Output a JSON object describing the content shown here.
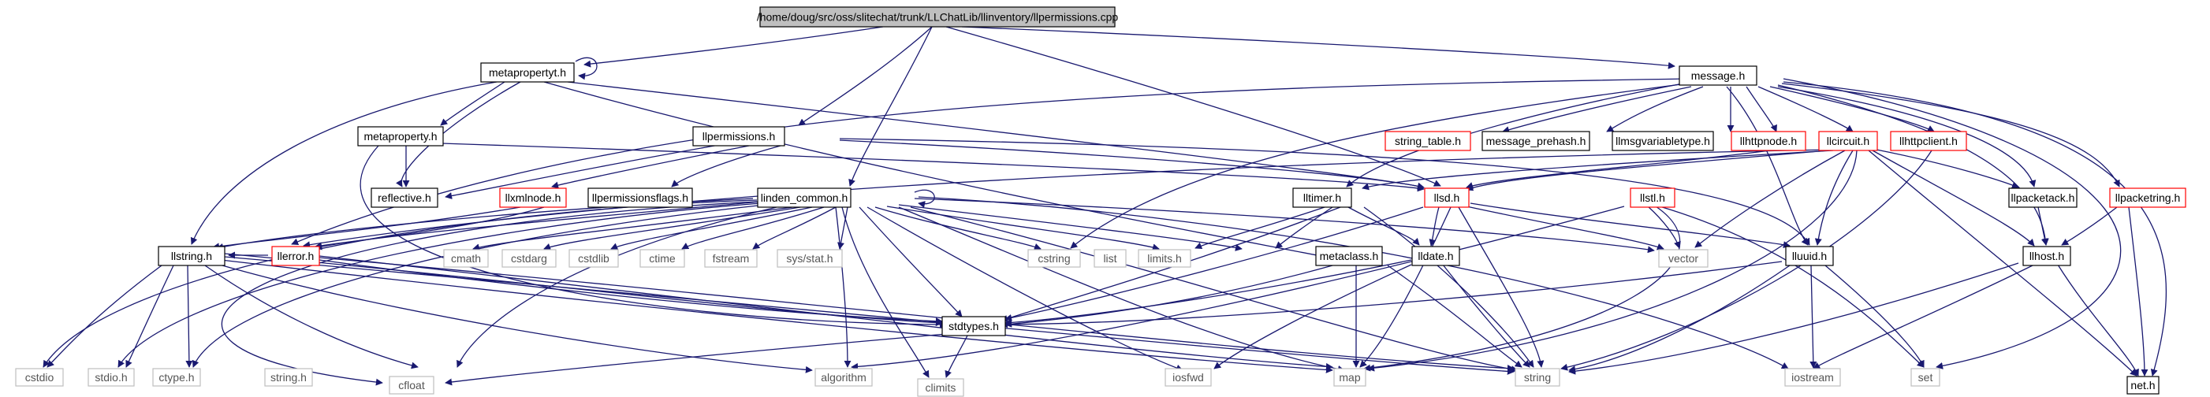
{
  "diagram": {
    "root": "/home/doug/src/oss/slitechat/trunk/LLChatLib/llinventory/llpermissions.cpp",
    "colors": {
      "edge": "#191970",
      "root_fill": "#bfbfbf",
      "truncated_border": "#ff0000",
      "system_border": "#bfbfbf"
    },
    "nodes": {
      "root": "/home/doug/src/oss/slitechat/trunk/LLChatLib/llinventory/llpermissions.cpp",
      "metapropertyt_h": "metapropertyt.h",
      "message_h": "message.h",
      "metaproperty_h": "metaproperty.h",
      "llpermissions_h": "llpermissions.h",
      "string_table_h": "string_table.h",
      "message_prehash_h": "message_prehash.h",
      "llmsgvariabletype_h": "llmsgvariabletype.h",
      "llhttpnode_h": "llhttpnode.h",
      "llcircuit_h": "llcircuit.h",
      "llhttpclient_h": "llhttpclient.h",
      "reflective_h": "reflective.h",
      "llxmlnode_h": "llxmlnode.h",
      "llpermissionsflags_h": "llpermissionsflags.h",
      "linden_common_h": "linden_common.h",
      "lltimer_h": "lltimer.h",
      "llsd_h": "llsd.h",
      "llstl_h": "llstl.h",
      "llpacketack_h": "llpacketack.h",
      "llpacketring_h": "llpacketring.h",
      "llstring_h": "llstring.h",
      "llerror_h": "llerror.h",
      "cmath": "cmath",
      "cstdarg": "cstdarg",
      "cstdlib": "cstdlib",
      "ctime": "ctime",
      "fstream": "fstream",
      "sys_stat_h": "sys/stat.h",
      "cstring": "cstring",
      "list": "list",
      "limits_h": "limits.h",
      "vector": "vector",
      "lluuid_h": "lluuid.h",
      "llhost_h": "llhost.h",
      "metaclass_h": "metaclass.h",
      "lldate_h": "lldate.h",
      "cstdio": "cstdio",
      "stdio_h": "stdio.h",
      "ctype_h": "ctype.h",
      "string_h": "string.h",
      "algorithm": "algorithm",
      "stdtypes_h": "stdtypes.h",
      "iosfwd": "iosfwd",
      "map": "map",
      "string": "string",
      "iostream": "iostream",
      "set": "set",
      "net_h": "net.h",
      "cfloat": "cfloat",
      "climits": "climits"
    }
  }
}
